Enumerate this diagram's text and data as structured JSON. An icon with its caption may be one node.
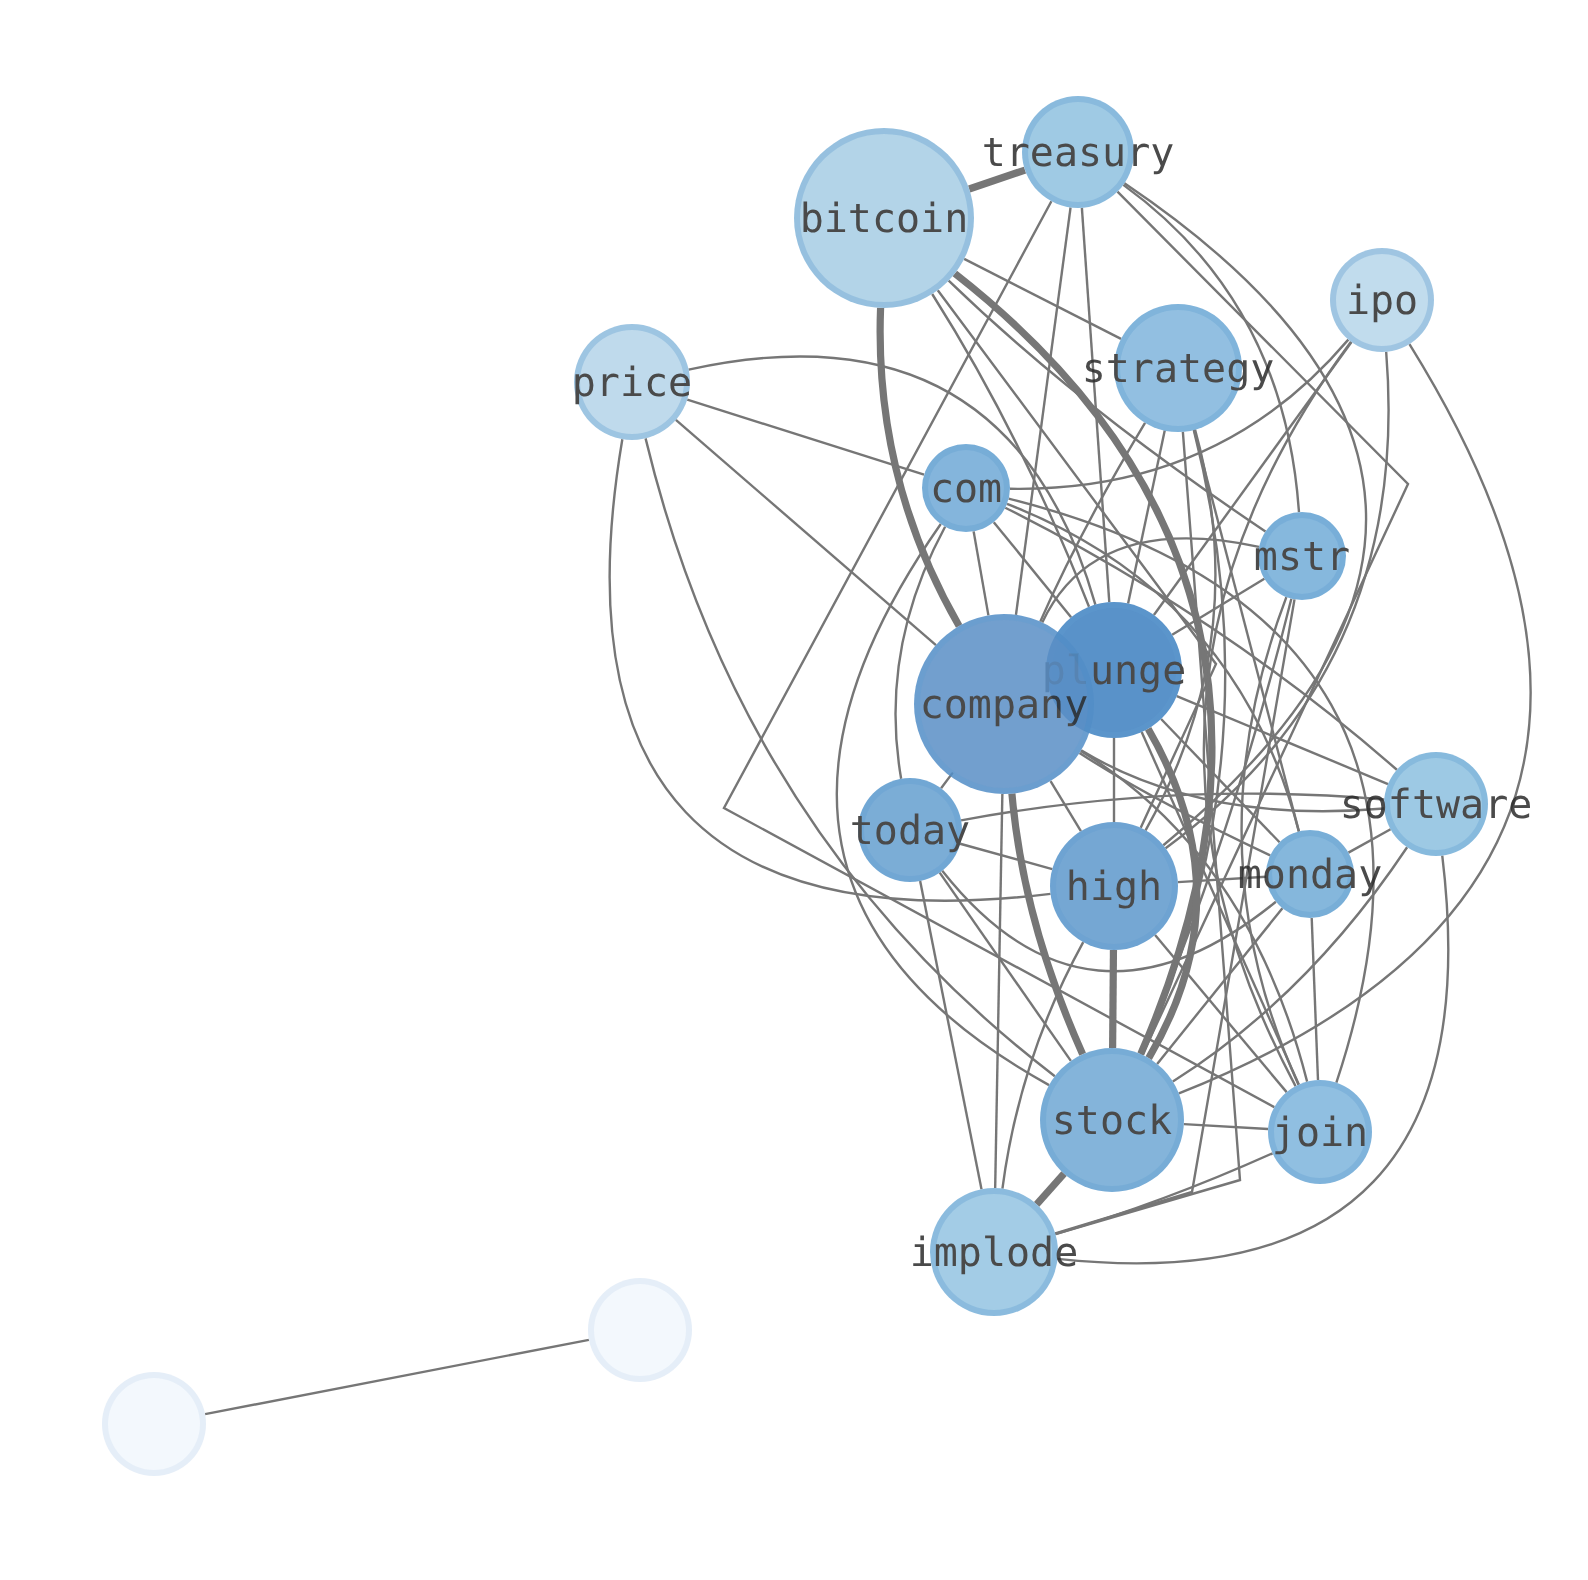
{
  "diagram": {
    "nodes": [
      {
        "text": [
          "treasury"
        ]
      },
      {
        "text": [
          "bitcoin"
        ]
      },
      {
        "text": [
          "ipo"
        ]
      },
      {
        "text": [
          "strategy"
        ]
      },
      {
        "text": [
          "price"
        ]
      },
      {
        "text": [
          "com"
        ]
      },
      {
        "text": [
          "mstr"
        ]
      },
      {
        "text": [
          "plunge"
        ]
      },
      {
        "text": [
          "company"
        ]
      },
      {
        "text": [
          "software"
        ]
      },
      {
        "text": [
          "today"
        ]
      },
      {
        "text": [
          "monday"
        ]
      },
      {
        "text": [
          "high"
        ]
      },
      {
        "text": [
          "stock"
        ]
      },
      {
        "text": [
          "join"
        ]
      },
      {
        "text": [
          "implode"
        ]
      },
      {
        "text": [],
        "shape": "circle"
      },
      {
        "text": [],
        "shape": "circle"
      }
    ],
    "edges": [
      {
        "from": 1,
        "to": 0,
        "arrow": "none",
        "style": "thick"
      },
      {
        "from": 1,
        "to": 3,
        "arrow": "none"
      },
      {
        "from": 1,
        "to": 8,
        "arrow": "none",
        "style": "thick"
      },
      {
        "from": 1,
        "to": 13,
        "arrow": "none",
        "style": "thick"
      },
      {
        "from": 1,
        "to": 6,
        "arrow": "none"
      },
      {
        "from": 1,
        "to": 7,
        "arrow": "none"
      },
      {
        "from": 1,
        "to": 12,
        "arrow": "none"
      },
      {
        "from": 0,
        "to": 8,
        "arrow": "none"
      },
      {
        "from": 0,
        "to": 13,
        "arrow": "none"
      },
      {
        "from": 0,
        "to": 12,
        "arrow": "none"
      },
      {
        "from": 0,
        "to": 6,
        "arrow": "none"
      },
      {
        "from": 0,
        "to": 14,
        "arrow": "none"
      },
      {
        "from": 0,
        "to": 7,
        "arrow": "none"
      },
      {
        "from": 2,
        "to": 5,
        "arrow": "none"
      },
      {
        "from": 2,
        "to": 7,
        "arrow": "none"
      },
      {
        "from": 2,
        "to": 12,
        "arrow": "none"
      },
      {
        "from": 2,
        "to": 13,
        "arrow": "none"
      },
      {
        "from": 2,
        "to": 14,
        "arrow": "none"
      },
      {
        "from": 3,
        "to": 8,
        "arrow": "none"
      },
      {
        "from": 3,
        "to": 15,
        "arrow": "none"
      },
      {
        "from": 3,
        "to": 12,
        "arrow": "none"
      },
      {
        "from": 3,
        "to": 13,
        "arrow": "none"
      },
      {
        "from": 3,
        "to": 11,
        "arrow": "none"
      },
      {
        "from": 3,
        "to": 7,
        "arrow": "none"
      },
      {
        "from": 4,
        "to": 5,
        "arrow": "none"
      },
      {
        "from": 4,
        "to": 7,
        "arrow": "none"
      },
      {
        "from": 4,
        "to": 8,
        "arrow": "none"
      },
      {
        "from": 4,
        "to": 12,
        "arrow": "none"
      },
      {
        "from": 4,
        "to": 13,
        "arrow": "none"
      },
      {
        "from": 5,
        "to": 8,
        "arrow": "none"
      },
      {
        "from": 5,
        "to": 10,
        "arrow": "none"
      },
      {
        "from": 5,
        "to": 7,
        "arrow": "none"
      },
      {
        "from": 5,
        "to": 13,
        "arrow": "none"
      },
      {
        "from": 5,
        "to": 11,
        "arrow": "none"
      },
      {
        "from": 5,
        "to": 9,
        "arrow": "none"
      },
      {
        "from": 5,
        "to": 14,
        "arrow": "none"
      },
      {
        "from": 6,
        "to": 7,
        "arrow": "none"
      },
      {
        "from": 6,
        "to": 8,
        "arrow": "none"
      },
      {
        "from": 6,
        "to": 13,
        "arrow": "none"
      },
      {
        "from": 6,
        "to": 15,
        "arrow": "none"
      },
      {
        "from": 6,
        "to": 14,
        "arrow": "none"
      },
      {
        "from": 7,
        "to": 9,
        "arrow": "none"
      },
      {
        "from": 7,
        "to": 12,
        "arrow": "none"
      },
      {
        "from": 7,
        "to": 13,
        "arrow": "none",
        "style": "thick"
      },
      {
        "from": 7,
        "to": 11,
        "arrow": "none"
      },
      {
        "from": 7,
        "to": 14,
        "arrow": "none"
      },
      {
        "from": 8,
        "to": 10,
        "arrow": "none"
      },
      {
        "from": 8,
        "to": 12,
        "arrow": "none"
      },
      {
        "from": 8,
        "to": 13,
        "arrow": "none",
        "style": "thick"
      },
      {
        "from": 8,
        "to": 15,
        "arrow": "none"
      },
      {
        "from": 8,
        "to": 9,
        "arrow": "none"
      },
      {
        "from": 8,
        "to": 11,
        "arrow": "none"
      },
      {
        "from": 8,
        "to": 14,
        "arrow": "none"
      },
      {
        "from": 9,
        "to": 10,
        "arrow": "none"
      },
      {
        "from": 9,
        "to": 13,
        "arrow": "none"
      },
      {
        "from": 9,
        "to": 15,
        "arrow": "none"
      },
      {
        "from": 9,
        "to": 11,
        "arrow": "none"
      },
      {
        "from": 10,
        "to": 12,
        "arrow": "none"
      },
      {
        "from": 10,
        "to": 11,
        "arrow": "none"
      },
      {
        "from": 10,
        "to": 15,
        "arrow": "none"
      },
      {
        "from": 10,
        "to": 13,
        "arrow": "none"
      },
      {
        "from": 11,
        "to": 12,
        "arrow": "none"
      },
      {
        "from": 11,
        "to": 13,
        "arrow": "none"
      },
      {
        "from": 11,
        "to": 14,
        "arrow": "none"
      },
      {
        "from": 12,
        "to": 13,
        "arrow": "none",
        "style": "thick"
      },
      {
        "from": 12,
        "to": 15,
        "arrow": "none"
      },
      {
        "from": 12,
        "to": 14,
        "arrow": "none"
      },
      {
        "from": 13,
        "to": 14,
        "arrow": "none"
      },
      {
        "from": 13,
        "to": 15,
        "arrow": "none",
        "style": "thick"
      },
      {
        "from": 14,
        "to": 15,
        "arrow": "none"
      },
      {
        "from": 17,
        "to": 16,
        "arrow": "none"
      }
    ]
  }
}
